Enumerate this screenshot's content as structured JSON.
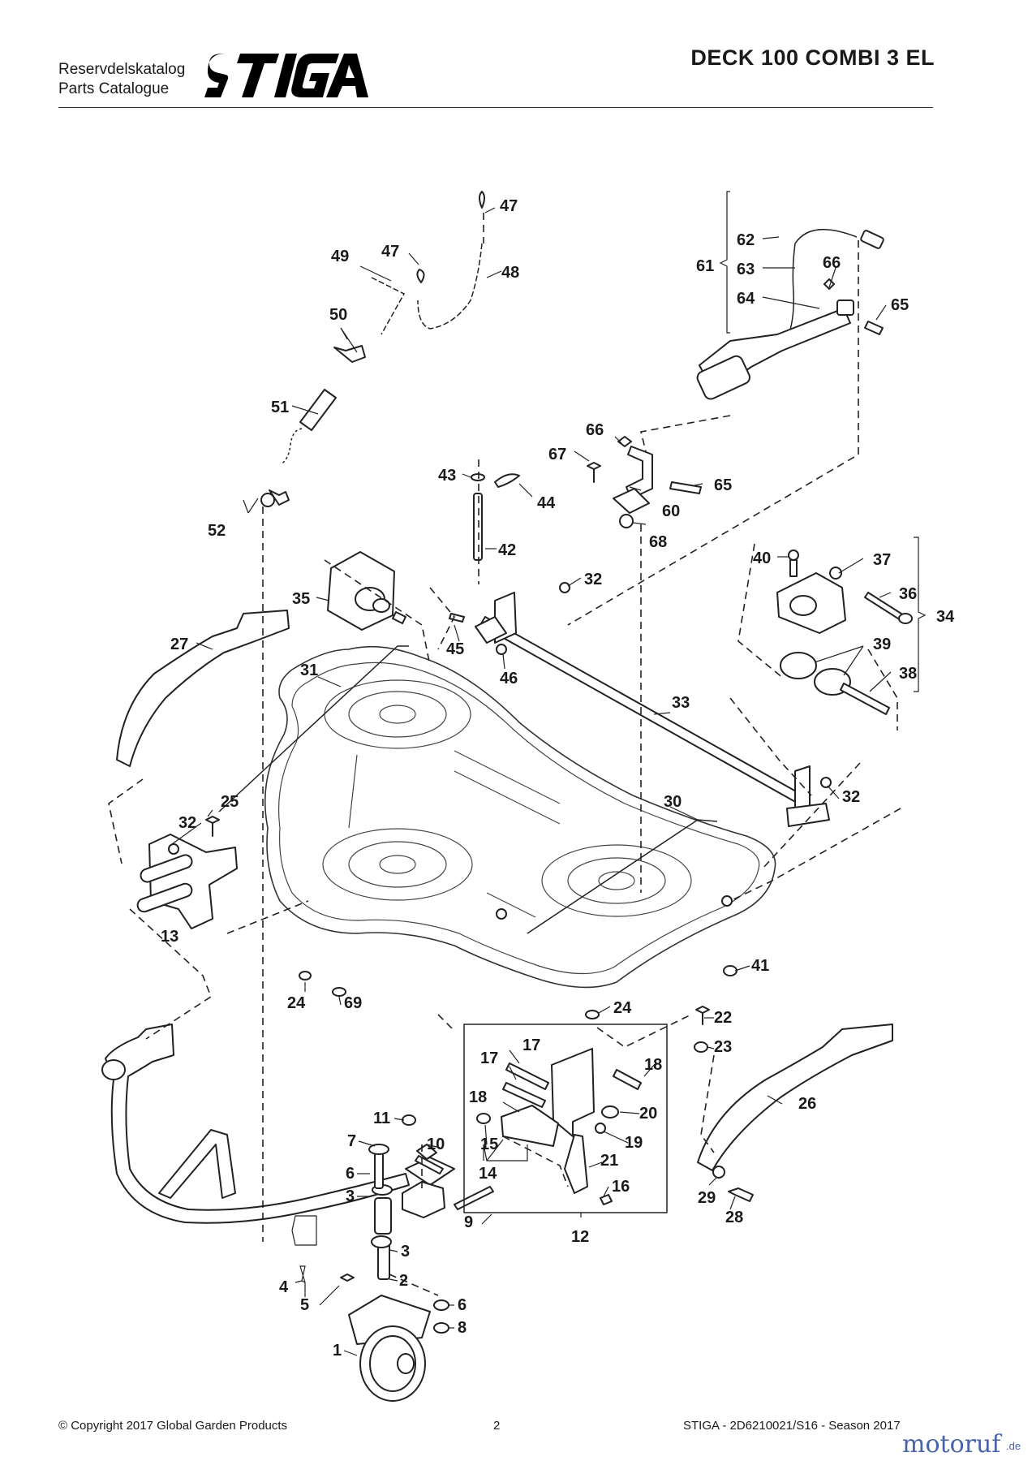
{
  "header": {
    "catalog_line_1": "Reservdelskatalog",
    "catalog_line_2": "Parts Catalogue",
    "brand": "STIGA",
    "title": "DECK 100 COMBI 3 EL"
  },
  "callouts": {
    "c47a": "47",
    "c47b": "47",
    "c48": "48",
    "c49": "49",
    "c50": "50",
    "c51": "51",
    "c52": "52",
    "c62": "62",
    "c61": "61",
    "c63": "63",
    "c64": "64",
    "c65a": "65",
    "c66a": "66",
    "c66b": "66",
    "c67": "67",
    "c60": "60",
    "c65b": "65",
    "c68": "68",
    "c43": "43",
    "c44": "44",
    "c42": "42",
    "c40": "40",
    "c37": "37",
    "c36": "36",
    "c34": "34",
    "c39": "39",
    "c38": "38",
    "c35": "35",
    "c32a": "32",
    "c27": "27",
    "c45": "45",
    "c46": "46",
    "c31": "31",
    "c33": "33",
    "c25": "25",
    "c32b": "32",
    "c13": "13",
    "c30": "30",
    "c32c": "32",
    "c41": "41",
    "c24a": "24",
    "c69": "69",
    "c24b": "24",
    "c22": "22",
    "c23": "23",
    "c17a": "17",
    "c17b": "17",
    "c18a": "18",
    "c18b": "18",
    "c20": "20",
    "c15": "15",
    "c19": "19",
    "c14": "14",
    "c21": "21",
    "c16": "16",
    "c12": "12",
    "c26": "26",
    "c29": "29",
    "c28": "28",
    "c11": "11",
    "c7": "7",
    "c10": "10",
    "c6a": "6",
    "c3a": "3",
    "c9": "9",
    "c3b": "3",
    "c2": "2",
    "c4": "4",
    "c5": "5",
    "c6b": "6",
    "c8": "8",
    "c1": "1"
  },
  "footer": {
    "copyright": "© Copyright 2017 Global Garden Products",
    "page": "2",
    "doc_ref": "STIGA - 2D6210021/S16 - Season 2017",
    "watermark": "motoruf",
    "watermark_tld": ".de"
  }
}
